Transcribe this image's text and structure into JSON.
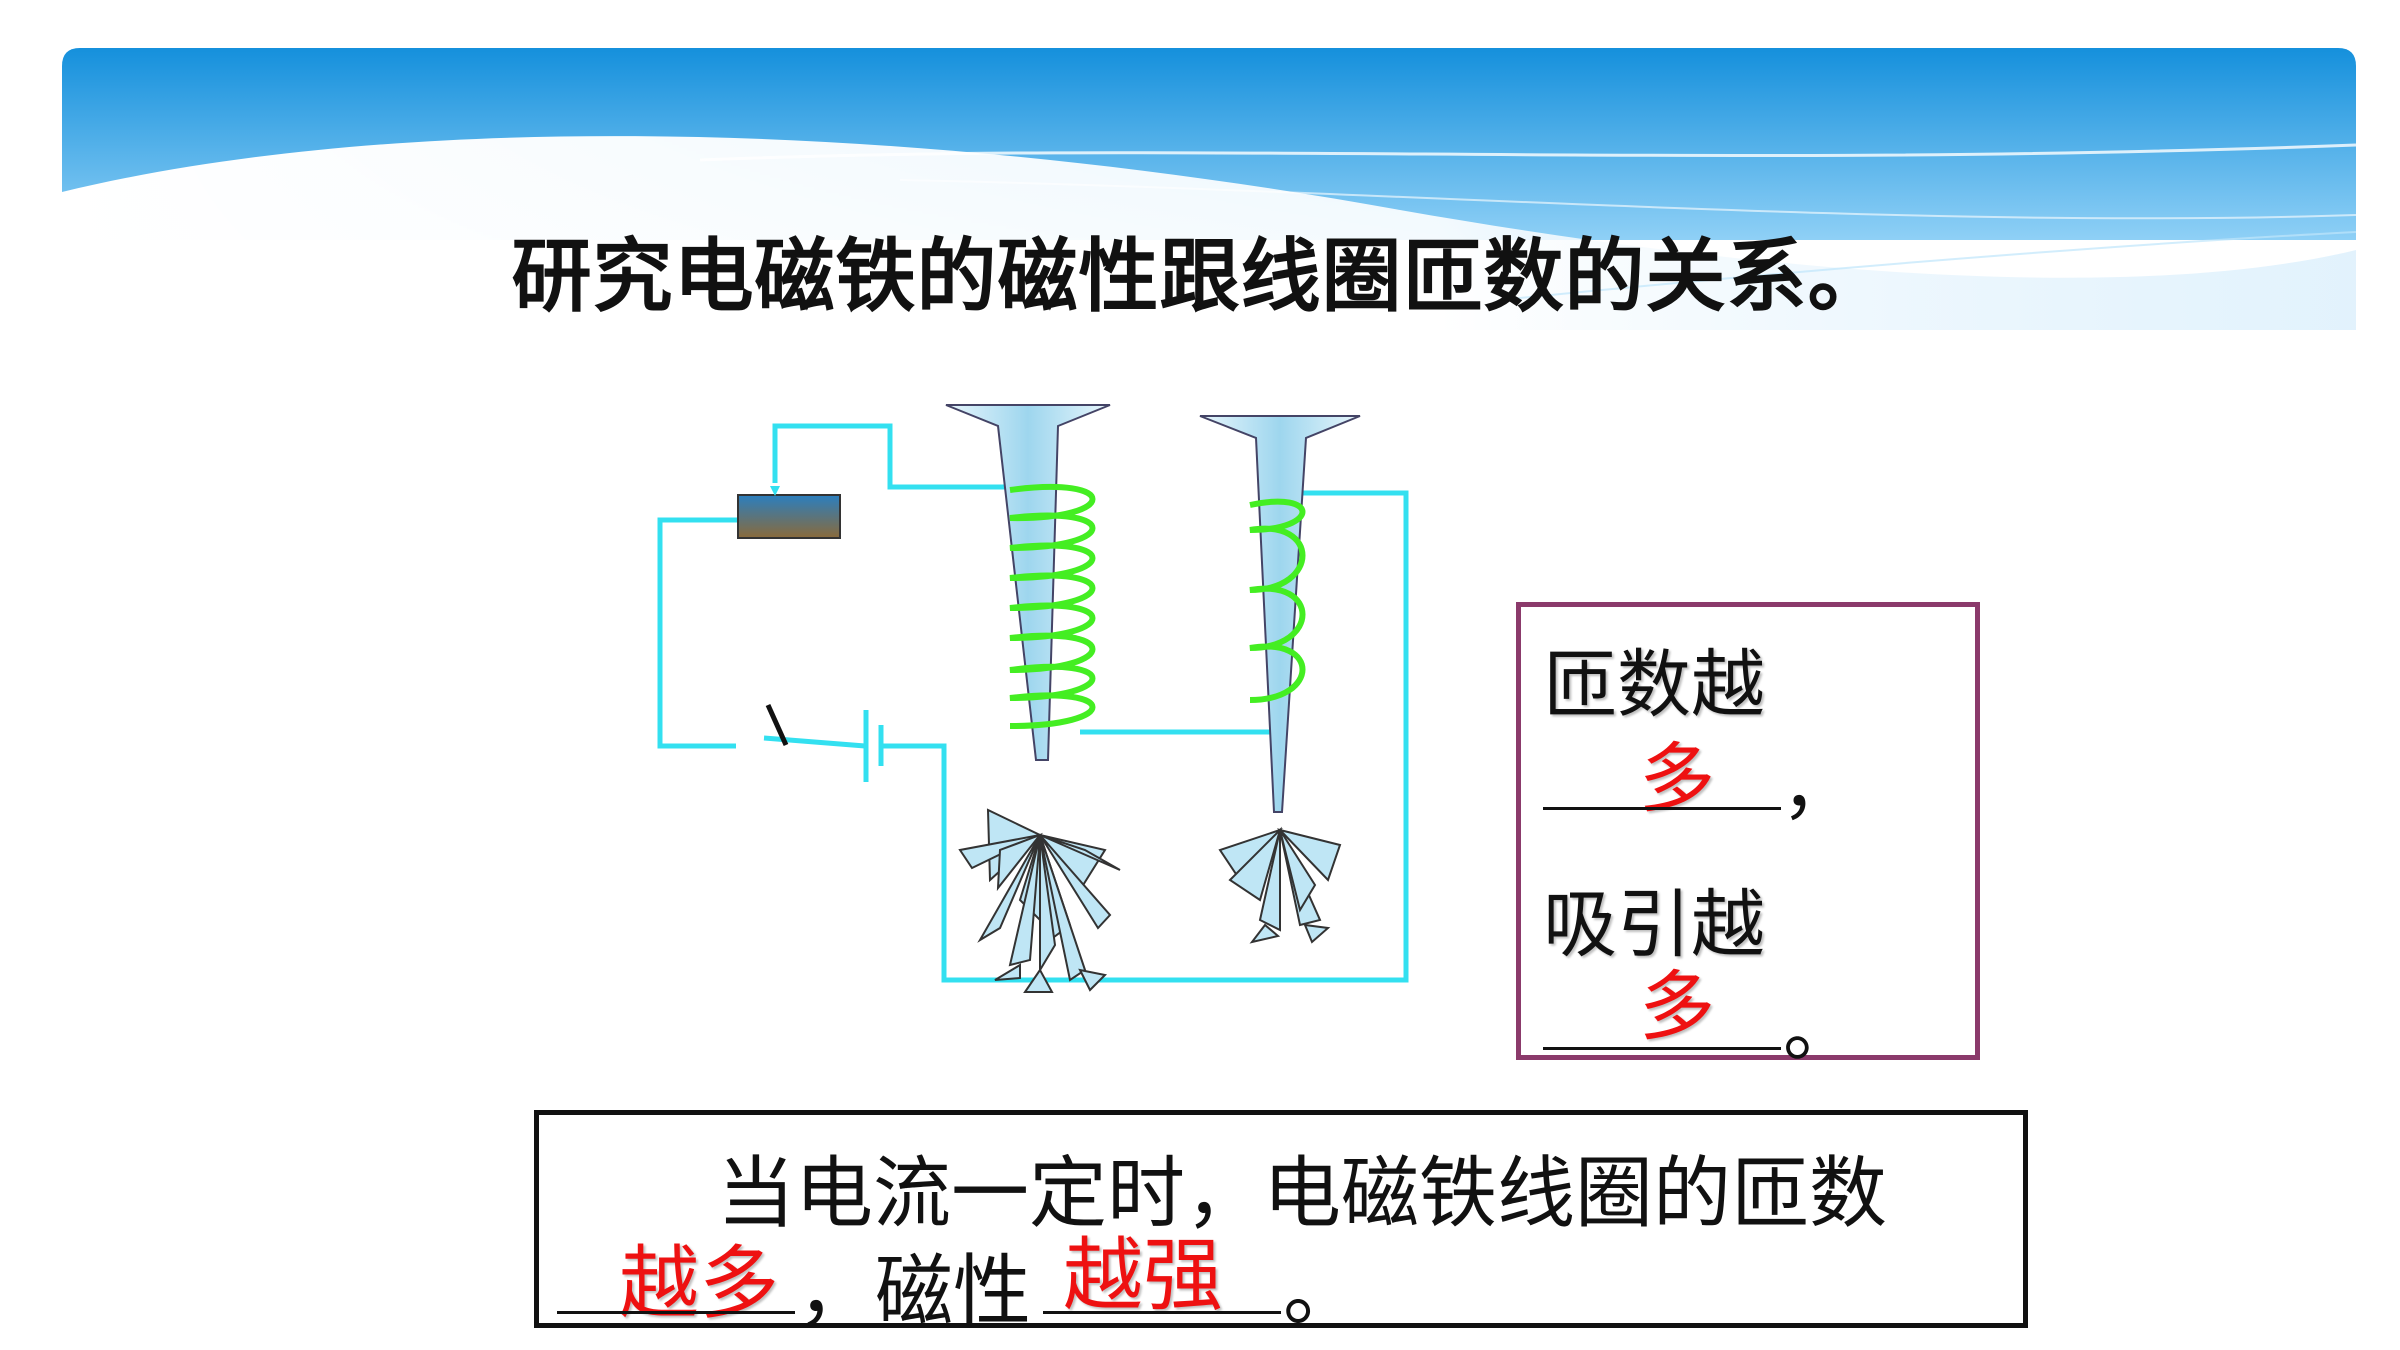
{
  "title": "研究电磁铁的磁性跟线圈匝数的关系。",
  "answer_box": {
    "line1": "匝数越",
    "answer1": "多",
    "punct1": "，",
    "line2": "吸引越",
    "answer2": "多",
    "punct2": "。"
  },
  "conclusion": {
    "text1": "当电流一定时，电磁铁线圈的匝数",
    "answer1": "越多",
    "text2": "，磁性",
    "answer2": "越强",
    "punct": "。"
  },
  "colors": {
    "wire": "#33e0f0",
    "coil": "#44ee22",
    "answer_red": "#ee1111",
    "box_border": "#8b3a6b",
    "banner_blue": "#1a8fd8"
  }
}
